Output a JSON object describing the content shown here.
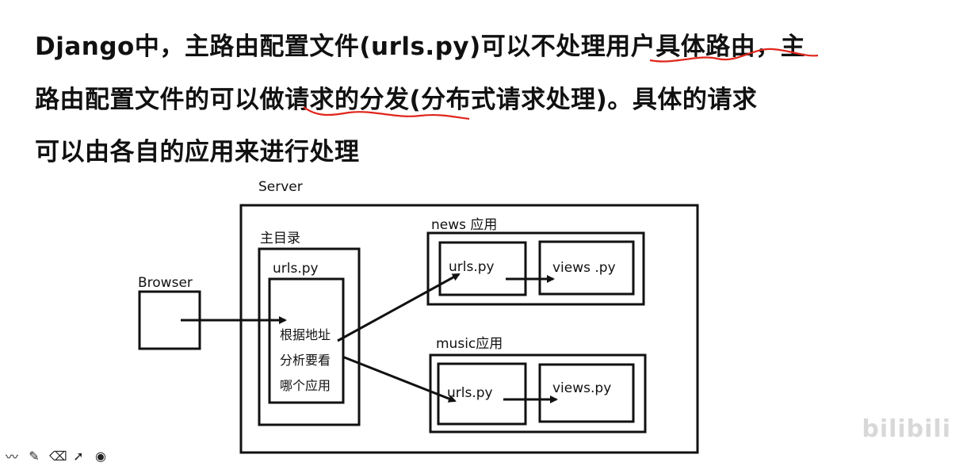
{
  "heading": {
    "line1": "Django中，主路由配置文件(urls.py)可以不处理用户具体路由，主",
    "line2": "路由配置文件的可以做请求的分发(分布式请求处理)。具体的请求",
    "line3": "可以由各自的应用来进行处理"
  },
  "diagram": {
    "server_label": "Server",
    "browser_label": "Browser",
    "main_dir": {
      "label": "主目录",
      "urls_label": "urls.py",
      "text_lines": [
        "根据地址",
        "分析要看",
        "哪个应用"
      ]
    },
    "news_app": {
      "label": "news 应用",
      "urls_label": "urls.py",
      "views_label": "views .py"
    },
    "music_app": {
      "label": "music应用",
      "urls_label": "urls.py",
      "views_label": "views.py"
    }
  },
  "annotation_color": "#e0251c",
  "toolbar": {
    "tools": [
      "pen-tool-icon",
      "highlighter-icon",
      "eraser-icon",
      "pointer-icon",
      "record-icon"
    ]
  },
  "watermark": "bilibili"
}
